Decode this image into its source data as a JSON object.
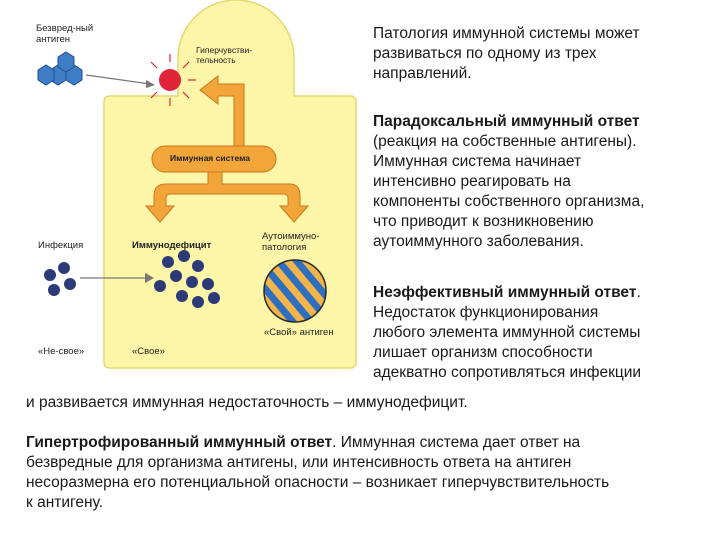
{
  "diagram": {
    "labels": {
      "harmless_antigen": "Безвред-ный\nантиген",
      "hypersensitivity": "Гиперчувстви-\nтельность",
      "immune_system": "Иммунная система",
      "infection": "Инфекция",
      "immunodeficiency": "Иммунодефицит",
      "autoimmune": "Аутоиммуно-\nпатология",
      "self_antigen": "«Свой» антиген",
      "not_self": "«Не-свое»",
      "self": "«Свое»"
    },
    "colors": {
      "body": "#fdf6a8",
      "body_outline": "#e3d870",
      "arrow": "#f2a63a",
      "arrow_outline": "#c9761a",
      "antigen_blue": "#3f7ec6",
      "red_dot": "#e0243a",
      "navy_dot": "#2c3a78",
      "stripe_blue": "#2f6fc0",
      "stripe_orange": "#f3b44a"
    }
  },
  "text": {
    "p1_lines": [
      "Патология иммунной системы может",
      "развиваться по одному из трех",
      "направлений."
    ],
    "p2_title": "Парадоксальный иммунный ответ",
    "p2_lines": [
      "(реакция на собственные антигены).",
      "Иммунная система начинает",
      "интенсивно реагировать на",
      "компоненты собственного организма,",
      "что приводит к возникновению",
      "аутоиммунного заболевания."
    ],
    "p3_title": "Неэффективный иммунный ответ",
    "p3_title_suffix": ".",
    "p3_lines": [
      "Недостаток функционирования",
      "любого элемента иммунной системы",
      "лишает организм способности",
      "адекватно сопротивляться инфекции"
    ],
    "p3_last_line": "и развивается иммунная недостаточность – иммунодефицит.",
    "p4_title": "Гипертрофированный иммунный ответ",
    "p4_first_rest": ". Иммунная система дает ответ на",
    "p4_lines": [
      "безвредные для организма антигены, или интенсивность ответа на антиген",
      "несоразмерна его потенциальной опасности – возникает гиперчувствительность",
      "к антигену."
    ]
  }
}
